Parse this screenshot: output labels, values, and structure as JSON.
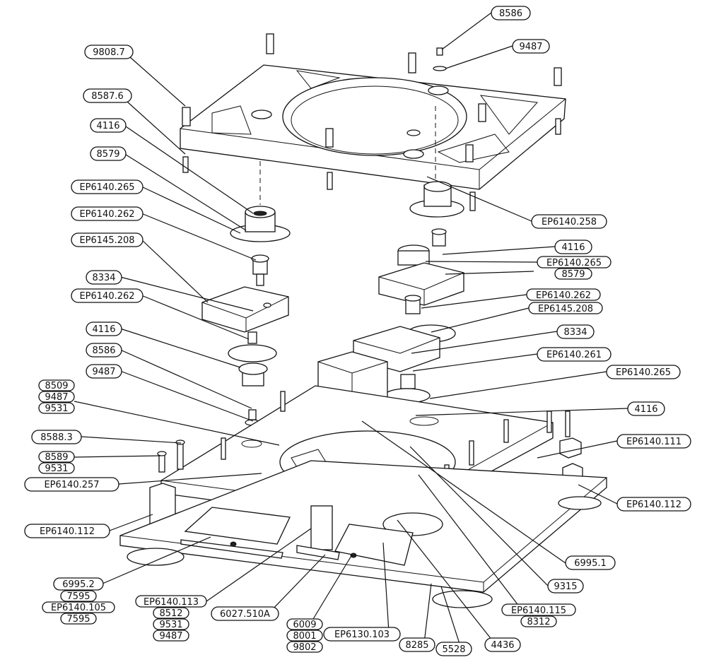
{
  "colors": {
    "ink": "#111111",
    "paper": "#ffffff"
  },
  "labels": [
    {
      "id": "l1",
      "text": "8586"
    },
    {
      "id": "l2",
      "text": "9487"
    },
    {
      "id": "l3",
      "text": "9808.7"
    },
    {
      "id": "l4",
      "text": "8587.6"
    },
    {
      "id": "l5",
      "text": "4116"
    },
    {
      "id": "l6",
      "text": "8579"
    },
    {
      "id": "l7",
      "text": "EP6140.265"
    },
    {
      "id": "l8",
      "text": "EP6140.262"
    },
    {
      "id": "l9",
      "text": "EP6145.208"
    },
    {
      "id": "l10",
      "text": "8334"
    },
    {
      "id": "l11",
      "text": "EP6140.262"
    },
    {
      "id": "l12",
      "text": "4116"
    },
    {
      "id": "l13",
      "text": "8586"
    },
    {
      "id": "l14",
      "text": "9487"
    },
    {
      "id": "l15",
      "text": "8509"
    },
    {
      "id": "l16",
      "text": "9487"
    },
    {
      "id": "l17",
      "text": "9531"
    },
    {
      "id": "l18",
      "text": "8588.3"
    },
    {
      "id": "l19",
      "text": "8589"
    },
    {
      "id": "l20",
      "text": "9531"
    },
    {
      "id": "l21",
      "text": "EP6140.257"
    },
    {
      "id": "l22",
      "text": "EP6140.112"
    },
    {
      "id": "l23",
      "text": "6995.2"
    },
    {
      "id": "l24",
      "text": "7595"
    },
    {
      "id": "l25",
      "text": "EP6140.105"
    },
    {
      "id": "l26",
      "text": "7595"
    },
    {
      "id": "l27",
      "text": "EP6140.113"
    },
    {
      "id": "l28",
      "text": "8512"
    },
    {
      "id": "l29",
      "text": "9531"
    },
    {
      "id": "l30",
      "text": "9487"
    },
    {
      "id": "l31",
      "text": "6027.510A"
    },
    {
      "id": "l32",
      "text": "6009"
    },
    {
      "id": "l33",
      "text": "8001"
    },
    {
      "id": "l34",
      "text": "9802"
    },
    {
      "id": "l35",
      "text": "EP6130.103"
    },
    {
      "id": "l36",
      "text": "8285"
    },
    {
      "id": "l37",
      "text": "5528"
    },
    {
      "id": "l38",
      "text": "4436"
    },
    {
      "id": "l39",
      "text": "EP6140.115"
    },
    {
      "id": "l40",
      "text": "8312"
    },
    {
      "id": "l41",
      "text": "9315"
    },
    {
      "id": "l42",
      "text": "6995.1"
    },
    {
      "id": "l43",
      "text": "EP6140.112"
    },
    {
      "id": "l44",
      "text": "EP6140.111"
    },
    {
      "id": "l45",
      "text": "4116"
    },
    {
      "id": "l46",
      "text": "EP6140.265"
    },
    {
      "id": "l47",
      "text": "EP6140.261"
    },
    {
      "id": "l48",
      "text": "8334"
    },
    {
      "id": "l49",
      "text": "EP6145.208"
    },
    {
      "id": "l50",
      "text": "EP6140.262"
    },
    {
      "id": "l51",
      "text": "EP6140.265"
    },
    {
      "id": "l52",
      "text": "8579"
    },
    {
      "id": "l53",
      "text": "4116"
    },
    {
      "id": "l54",
      "text": "EP6140.258"
    }
  ]
}
